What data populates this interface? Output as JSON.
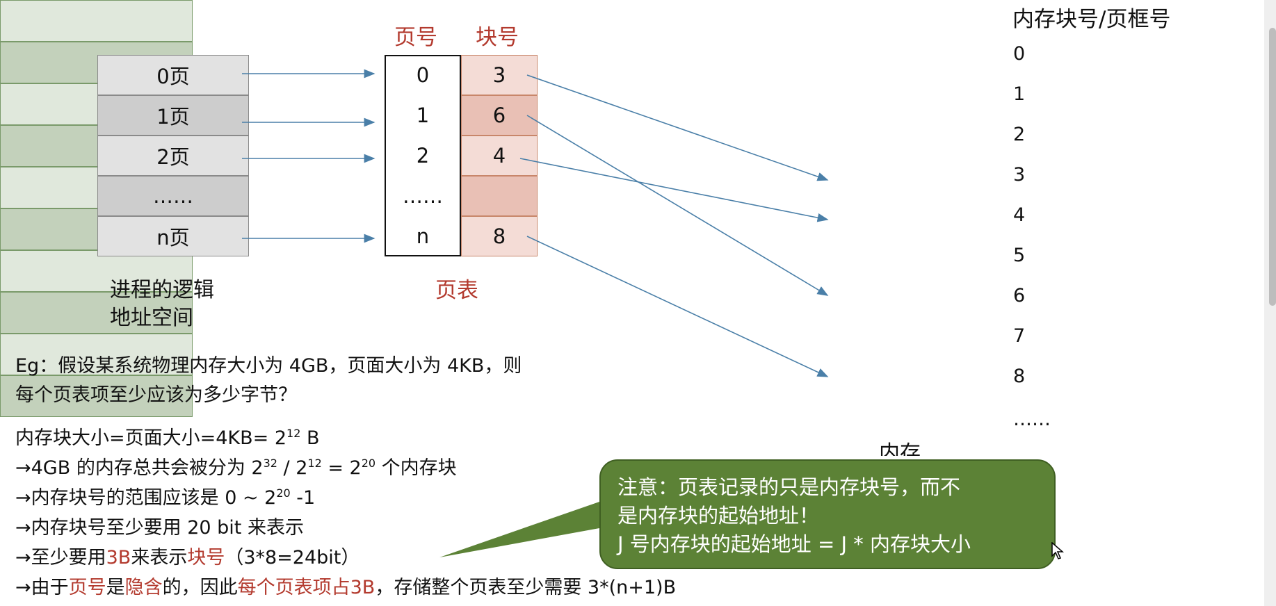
{
  "logical": {
    "rows": [
      "0页",
      "1页",
      "2页",
      "……",
      "n页"
    ],
    "caption_line1": "进程的逻辑",
    "caption_line2": "地址空间"
  },
  "page_table": {
    "header_page": "页号",
    "header_block": "块号",
    "page_numbers": [
      "0",
      "1",
      "2",
      "……",
      "n"
    ],
    "block_numbers": [
      "3",
      "6",
      "4",
      "",
      "8"
    ],
    "caption": "页表"
  },
  "memory": {
    "header": "内存块号/页框号",
    "block_labels": [
      "0",
      "1",
      "2",
      "3",
      "4",
      "5",
      "6",
      "7",
      "8",
      "……"
    ],
    "caption": "内存"
  },
  "example": {
    "question_line1": "Eg：假设某系统物理内存大小为 4GB，页面大小为 4KB，则",
    "question_line2": "每个页表项至少应该为多少字节？",
    "l1_text": "内存块大小=页面大小=4KB= 2",
    "l1_exp": "12",
    "l1_tail": " B",
    "l2_a": "→4GB 的内存总共会被分为  2",
    "l2_exp1": "32",
    "l2_b": " / 2",
    "l2_exp2": "12",
    "l2_c": " = 2",
    "l2_exp3": "20",
    "l2_d": " 个内存块",
    "l3_a": "→内存块号的范围应该是 0 ~ 2",
    "l3_exp": "20",
    "l3_b": " -1",
    "l4": "→内存块号至少要用 20 bit 来表示",
    "l5_a": "→至少要用",
    "l5_red1": "3B",
    "l5_b": "来表示",
    "l5_red2": "块号",
    "l5_c": "（3*8=24bit）",
    "l6_a": "→由于",
    "l6_red1": "页号",
    "l6_b": "是",
    "l6_red2": "隐含",
    "l6_c": "的，因此",
    "l6_red3": "每个页表项占3B",
    "l6_d": "，存储整个页表至少需要 3*(n+1)B"
  },
  "note": {
    "line1": "注意：页表记录的只是内存块号，而不",
    "line2": "是内存块的起始地址！",
    "line3": "J 号内存块的起始地址 = J * 内存块大小"
  },
  "colors": {
    "accent_red": "#b33a2e",
    "note_green": "#5c8236",
    "arrow_blue": "#4a7fa8"
  }
}
